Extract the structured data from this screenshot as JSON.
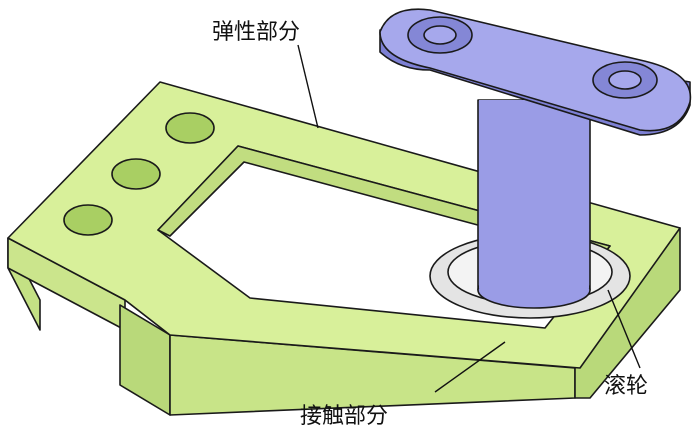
{
  "labels": {
    "elastic_part": "弹性部分",
    "contact_part": "接触部分",
    "roller": "滚轮"
  },
  "colors": {
    "frame_green": "#d8f09a",
    "frame_side": "#b9d97a",
    "post_blue": "#9a9ce6",
    "post_dark": "#6f72c4",
    "roller_gray": "#e4e4e4"
  }
}
